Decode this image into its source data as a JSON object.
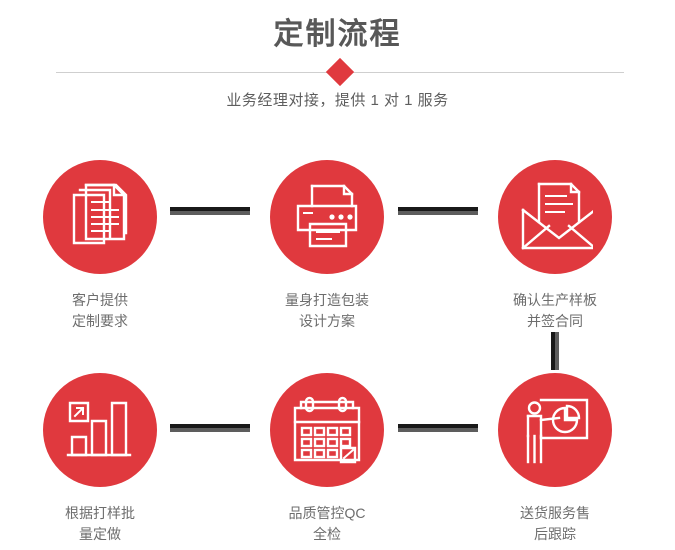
{
  "header": {
    "title": "定制流程",
    "subtitle": "业务经理对接，提供 1 对 1 服务",
    "accent_color": "#E0393E",
    "title_color": "#585858",
    "divider_color": "#cfcfcf"
  },
  "colors": {
    "circle_red": "#E0393E",
    "connector_dark": "#191919",
    "connector_grey": "#5d5d5d",
    "label_grey": "#6d6d6d",
    "background": "#ffffff"
  },
  "steps": [
    {
      "index": 1,
      "icon": "documents-icon",
      "label": "客户提供\n定制要求"
    },
    {
      "index": 2,
      "icon": "printer-icon",
      "label": "量身打造包装\n设计方案"
    },
    {
      "index": 3,
      "icon": "envelope-mail-icon",
      "label": "确认生产样板\n并签合同"
    },
    {
      "index": 4,
      "icon": "bar-chart-icon",
      "label": "根据打样批\n量定做"
    },
    {
      "index": 5,
      "icon": "calendar-icon",
      "label": "品质管控QC\n全检"
    },
    {
      "index": 6,
      "icon": "presenter-icon",
      "label": "送货服务售\n后跟踪"
    }
  ],
  "connectors": [
    {
      "name": "connector-step1-step2",
      "orientation": "horizontal"
    },
    {
      "name": "connector-step2-step3",
      "orientation": "horizontal"
    },
    {
      "name": "connector-step3-step6",
      "orientation": "vertical"
    },
    {
      "name": "connector-step4-step5",
      "orientation": "horizontal"
    },
    {
      "name": "connector-step5-step6",
      "orientation": "horizontal"
    }
  ]
}
